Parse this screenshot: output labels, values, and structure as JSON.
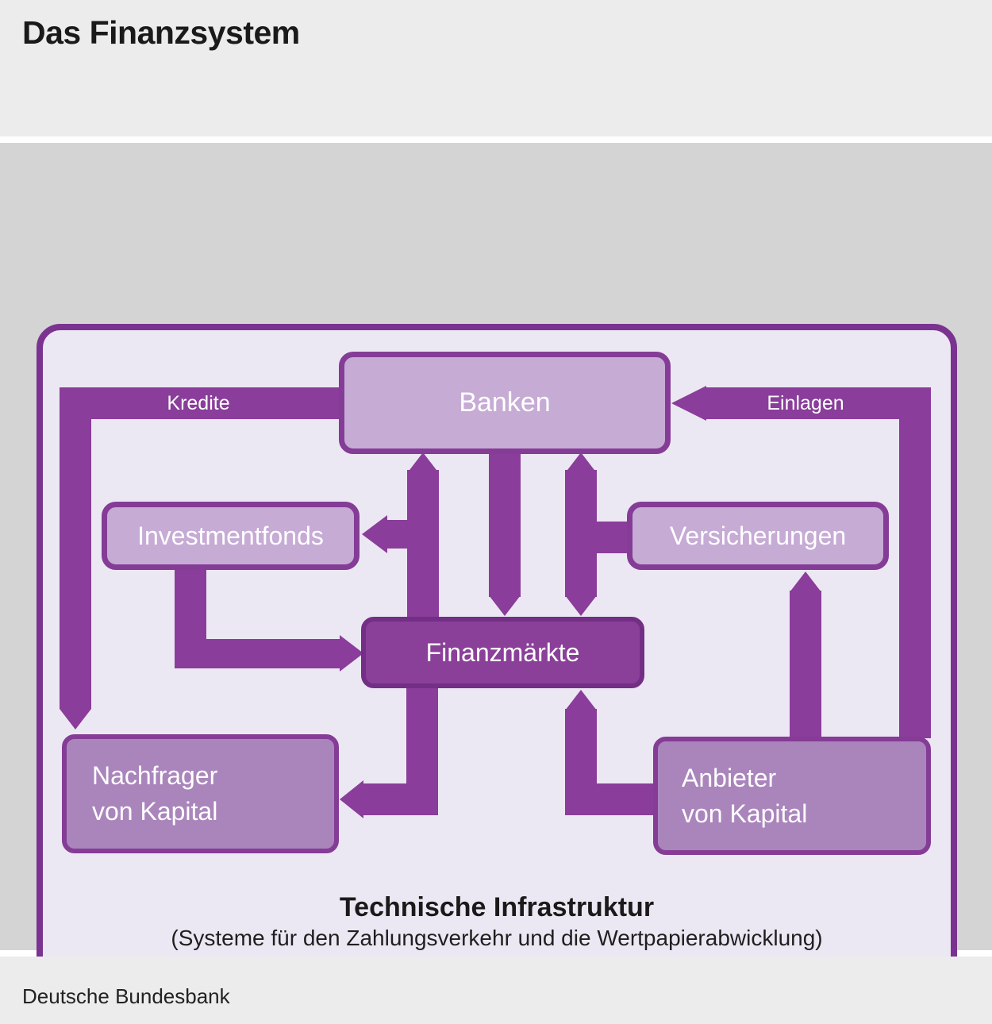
{
  "header": {
    "title": "Das Finanzsystem"
  },
  "footer": {
    "source": "Deutsche Bundesbank"
  },
  "colors": {
    "band": "#8a3d9a",
    "container_border": "#7a3390",
    "container_fill": "#ece8f3",
    "box_light_fill": "#c6abd5",
    "box_mid_fill": "#aa85bc",
    "box_dark_fill": "#8a4099",
    "box_dark_border": "#722f85",
    "box_border": "#853c96",
    "header_bg": "#ececec",
    "canvas_bg": "#d4d4d4",
    "text_on_purple": "#ffffff",
    "text_dark": "#1a1a1a"
  },
  "diagram": {
    "nodes": {
      "banken": {
        "label": "Banken"
      },
      "investmentfonds": {
        "label": "Investmentfonds"
      },
      "versicherungen": {
        "label": "Versicherungen"
      },
      "finanzmaerkte": {
        "label": "Finanzmärkte"
      },
      "nachfrager": {
        "line1": "Nachfrager",
        "line2": "von Kapital"
      },
      "anbieter": {
        "line1": "Anbieter",
        "line2": "von Kapital"
      }
    },
    "flows": {
      "kredite": {
        "label": "Kredite"
      },
      "einlagen": {
        "label": "Einlagen"
      }
    },
    "infrastructure": {
      "title": "Technische Infrastruktur",
      "subtitle": "(Systeme für den Zahlungsverkehr und die Wertpapierabwicklung)"
    }
  }
}
